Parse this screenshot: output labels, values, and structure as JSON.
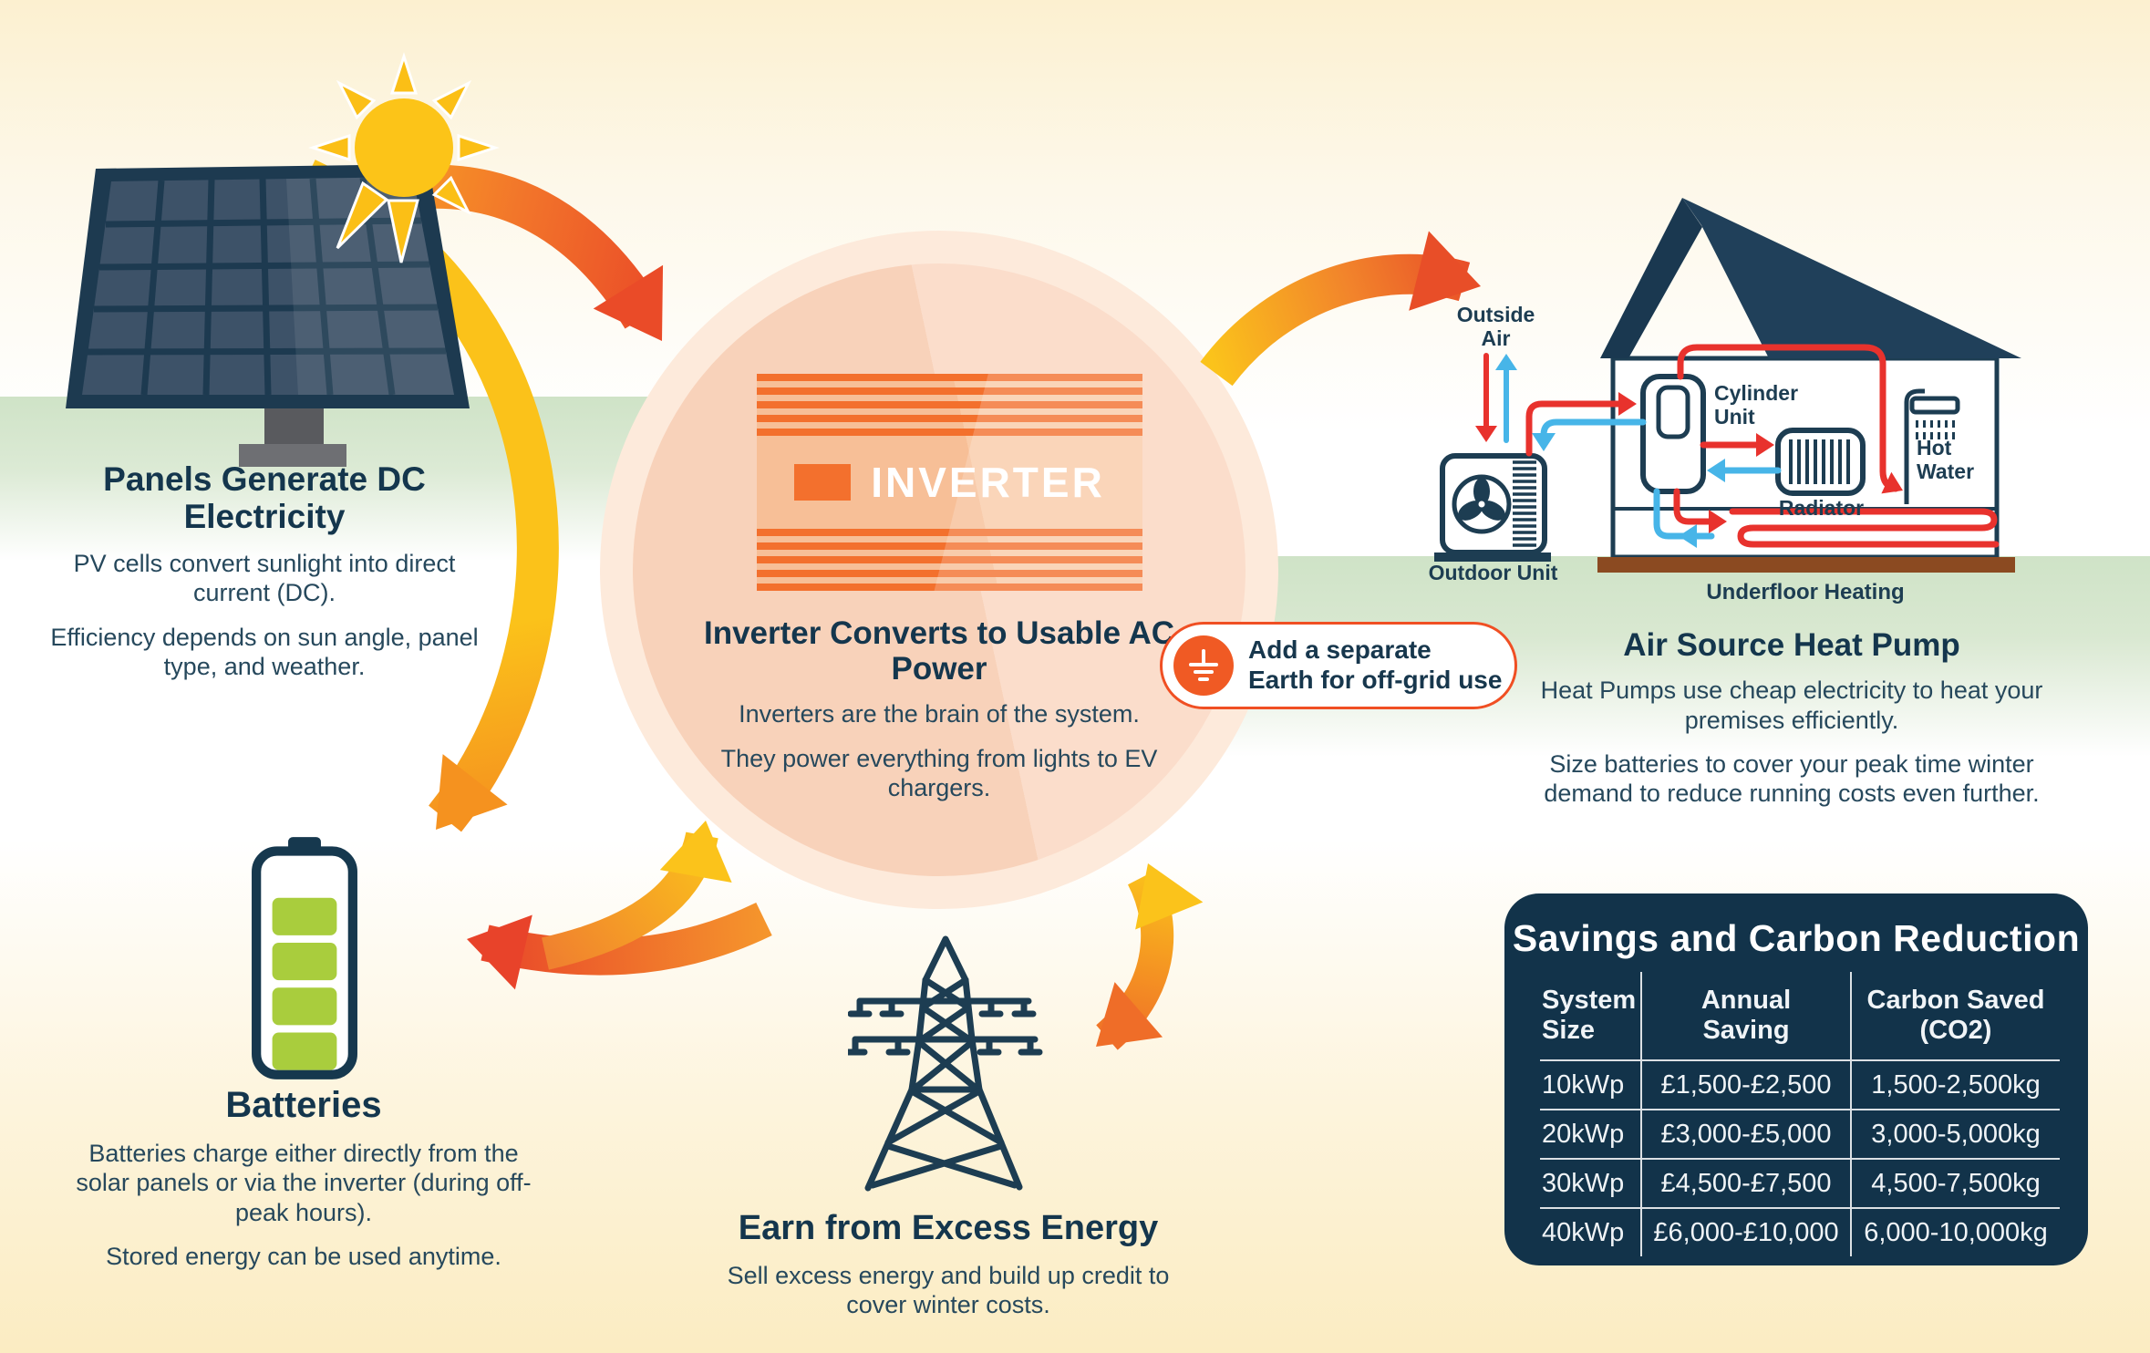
{
  "sections": {
    "panels": {
      "title": "Panels Generate DC Electricity",
      "body1": "PV cells convert sunlight into direct current (DC).",
      "body2": "Efficiency depends on sun angle, panel type, and weather."
    },
    "inverter": {
      "device_label": "INVERTER",
      "title": "Inverter Converts to Usable AC Power",
      "body1": "Inverters are the brain of the system.",
      "body2": "They power everything from lights to EV chargers."
    },
    "earth_note": {
      "text": "Add a separate Earth for off-grid use"
    },
    "heat_pump": {
      "title": "Air Source Heat Pump",
      "body1": "Heat Pumps use cheap electricity to heat your premises efficiently.",
      "body2": "Size batteries to cover your peak time winter demand to reduce running costs even further.",
      "labels": {
        "outside_air": "Outside Air",
        "outdoor_unit": "Outdoor Unit",
        "cylinder_unit": "Cylinder Unit",
        "radiator": "Radiator",
        "hot_water": "Hot Water",
        "underfloor_heating": "Underfloor Heating"
      }
    },
    "batteries": {
      "title": "Batteries",
      "body1": "Batteries charge either directly from the solar panels or via the inverter (during off-peak hours).",
      "body2": "Stored energy can be used anytime."
    },
    "export": {
      "title": "Earn from Excess Energy",
      "body1": "Sell excess energy and build up credit to cover winter costs."
    }
  },
  "savings_table": {
    "title": "Savings and Carbon Reduction",
    "columns": [
      "System Size",
      "Annual Saving",
      "Carbon Saved (CO2)"
    ],
    "rows": [
      [
        "10kWp",
        "£1,500-£2,500",
        "1,500-2,500kg"
      ],
      [
        "20kWp",
        "£3,000-£5,000",
        "3,000-5,000kg"
      ],
      [
        "30kWp",
        "£4,500-£7,500",
        "4,500-7,500kg"
      ],
      [
        "40kWp",
        "£6,000-£10,000",
        "6,000-10,000kg"
      ]
    ]
  },
  "icons": {
    "sun": "sun-icon",
    "solar_panel": "solar-panel-icon",
    "battery": "battery-icon",
    "pylon": "electricity-pylon-icon",
    "earth": "earth-ground-icon",
    "fan": "fan-icon",
    "radiator": "radiator-icon",
    "shower": "shower-icon"
  },
  "colors": {
    "accent_orange": "#f3702d",
    "deep_orange": "#f05a28",
    "yellow": "#fbc219",
    "navy": "#16384e",
    "lime": "#a9cd3d",
    "pipe_red": "#e8322d",
    "pipe_blue": "#47b5e8",
    "table_bg": "#12334a",
    "circle_peach": "#fbd9c5",
    "green_band": "#cfe3c7",
    "ground_brown": "#8b4a21"
  }
}
